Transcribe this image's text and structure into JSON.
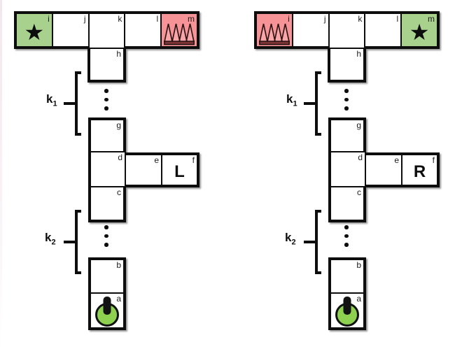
{
  "figure": {
    "left_corridor_letter": "L",
    "right_corridor_letter": "R"
  },
  "icons": {
    "star_glyph": "★",
    "goal": "star-icon",
    "hazard": "spikes-icon",
    "agent": "agent-icon"
  },
  "colors": {
    "goal_green": "#a9d18e",
    "hazard_pink": "#f59396",
    "agent_green": "#8ed151",
    "spike_fill": "#f8a6a8",
    "spike_base": "#7d3434",
    "outline": "#0d0d0d"
  },
  "mazes": {
    "left": {
      "corridor_letter": "L",
      "k1": {
        "base": "k",
        "sub": "1"
      },
      "k2": {
        "base": "k",
        "sub": "2"
      },
      "cell_labels": {
        "a": "a",
        "b": "b",
        "c": "c",
        "d": "d",
        "e": "e",
        "f": "f",
        "g": "g",
        "h": "h",
        "i": "i",
        "j": "j",
        "k": "k",
        "l": "l",
        "m": "m"
      },
      "goal_cell": "i",
      "hazard_cell": "m",
      "agent_cell": "a"
    },
    "right": {
      "corridor_letter": "R",
      "k1": {
        "base": "k",
        "sub": "1"
      },
      "k2": {
        "base": "k",
        "sub": "2"
      },
      "cell_labels": {
        "a": "a",
        "b": "b",
        "c": "c",
        "d": "d",
        "e": "e",
        "f": "f",
        "g": "g",
        "h": "h",
        "i": "i",
        "j": "j",
        "k": "k",
        "l": "l",
        "m": "m"
      },
      "goal_cell": "m",
      "hazard_cell": "i",
      "agent_cell": "a"
    }
  }
}
